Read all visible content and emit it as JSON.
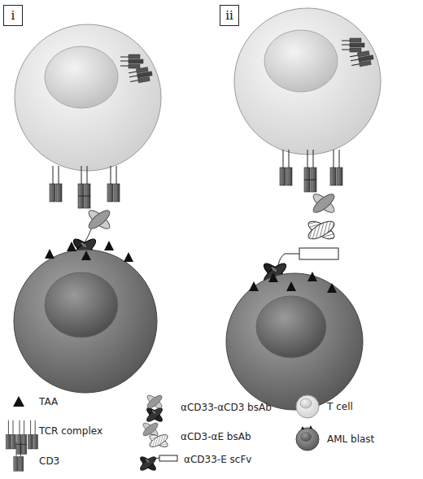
{
  "diagram": {
    "nodes": [
      {
        "text": [
          "i"
        ]
      },
      {
        "text": [
          "ii"
        ]
      }
    ],
    "legend": [
      {
        "text": "TAA"
      },
      {
        "text": "TCR complex"
      },
      {
        "text": "CD3"
      },
      {
        "text": "αCD33-αCD3 bsAb"
      },
      {
        "text": "αCD3-αE bsAb"
      },
      {
        "text": "αCD33-E scFv"
      },
      {
        "text": "T cell"
      },
      {
        "text": "AML blast"
      }
    ]
  }
}
